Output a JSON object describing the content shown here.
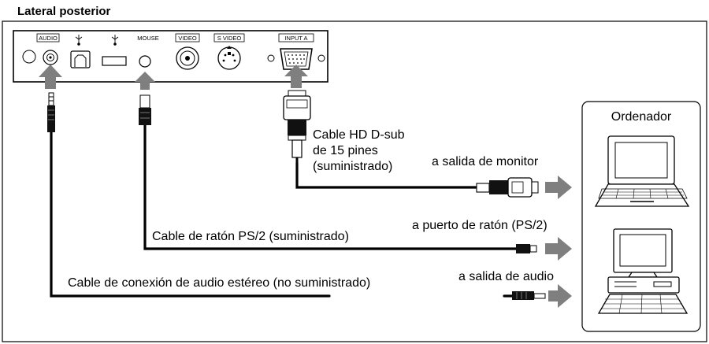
{
  "title": "Lateral posterior",
  "panel": {
    "ports": {
      "audio": "AUDIO",
      "mouse": "MOUSE",
      "video": "VIDEO",
      "s_video": "S VIDEO",
      "input_a": "INPUT A"
    }
  },
  "computer_label": "Ordenador",
  "cables": {
    "vga": {
      "line1": "Cable HD D-sub",
      "line2": "de 15 pines",
      "line3": "(suministrado)",
      "destination": "a salida de monitor"
    },
    "mouse": {
      "label": "Cable de ratón PS/2 (suministrado)",
      "destination": "a puerto de ratón (PS/2)"
    },
    "audio": {
      "label": "Cable de conexión de audio estéreo (no suministrado)",
      "destination": "a salida de audio"
    }
  },
  "colors": {
    "arrow": "#7f7f7f",
    "line": "#000000",
    "background": "#ffffff"
  }
}
